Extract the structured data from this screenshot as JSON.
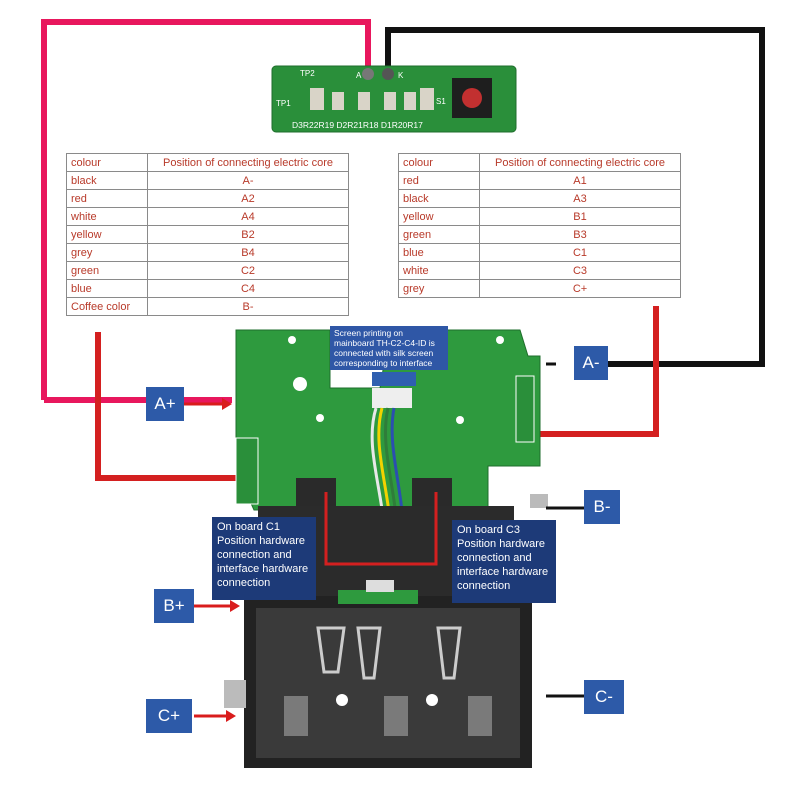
{
  "left_table": {
    "header": [
      "colour",
      "Position of connecting electric core"
    ],
    "rows": [
      [
        "black",
        "A-"
      ],
      [
        "red",
        "A2"
      ],
      [
        "white",
        "A4"
      ],
      [
        "yellow",
        "B2"
      ],
      [
        "grey",
        "B4"
      ],
      [
        "green",
        "C2"
      ],
      [
        "blue",
        "C4"
      ],
      [
        "Coffee color",
        "B-"
      ]
    ]
  },
  "right_table": {
    "header": [
      "colour",
      "Position of connecting electric core"
    ],
    "rows": [
      [
        "red",
        "A1"
      ],
      [
        "black",
        "A3"
      ],
      [
        "yellow",
        "B1"
      ],
      [
        "green",
        "B3"
      ],
      [
        "blue",
        "C1"
      ],
      [
        "white",
        "C3"
      ],
      [
        "grey",
        "C+"
      ]
    ]
  },
  "labels": {
    "a_plus": "A+",
    "a_minus": "A-",
    "b_plus": "B+",
    "b_minus": "B-",
    "c_plus": "C+",
    "c_minus": "C-"
  },
  "notes": {
    "mainboard": "Screen printing on mainboard TH-C2-C4-ID is connected with silk screen corresponding to interface board",
    "c1": "On board C1 Position hardware connection and interface hardware connection",
    "c3": "On board C3 Position hardware connection and interface hardware connection"
  },
  "small_board_text": {
    "tp2": "TP2",
    "tp1": "TP1",
    "a": "A",
    "k": "K",
    "s1": "S1",
    "refs": "D3R22R19 D2R21R18 D1R20R17"
  },
  "colors": {
    "red_wire": "#e8175d",
    "black_wire": "#111111",
    "dark_red_wire": "#d42020",
    "pcb_green": "#2e9a3e",
    "tag_blue": "#2d5aa8",
    "arrow_red": "#d91c1c"
  }
}
